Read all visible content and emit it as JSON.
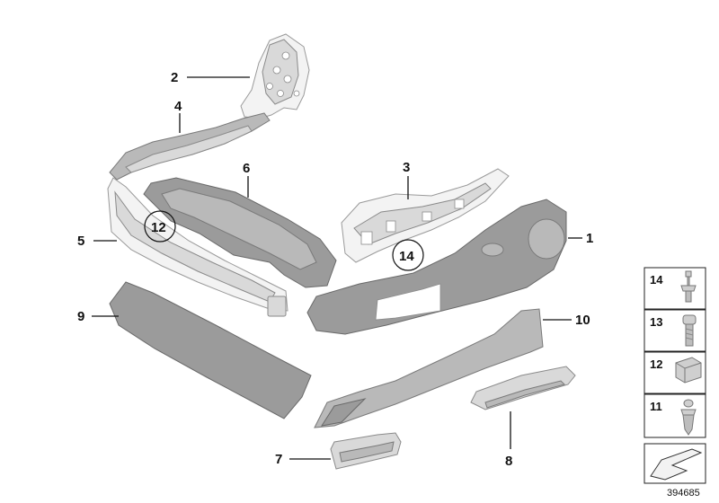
{
  "callouts": {
    "c1": "1",
    "c2": "2",
    "c3": "3",
    "c4": "4",
    "c5": "5",
    "c6": "6",
    "c7": "7",
    "c8": "8",
    "c9": "9",
    "c10": "10",
    "c12": "12",
    "c14": "14"
  },
  "fastener_panel": {
    "items": [
      {
        "number": "14",
        "icon": "rivet-icon"
      },
      {
        "number": "13",
        "icon": "screw-icon"
      },
      {
        "number": "12",
        "icon": "clip-nut-icon"
      },
      {
        "number": "11",
        "icon": "expansion-rivet-icon"
      }
    ],
    "bottom_icon": "arrow-shim-icon"
  },
  "reference_number": "394685"
}
